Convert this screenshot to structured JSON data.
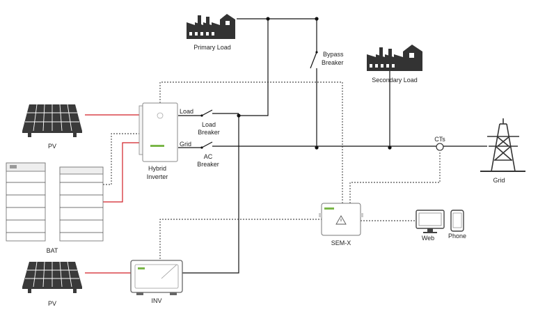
{
  "labels": {
    "primary_load": "Primary Load",
    "bypass_breaker": [
      "Bypass",
      "Breaker"
    ],
    "secondary_load": "Secondary Load",
    "pv_top": "PV",
    "pv_bottom": "PV",
    "bat": "BAT",
    "hybrid_inverter": [
      "Hybrid",
      "Inverter"
    ],
    "load_port": "Load",
    "grid_port": "Grid",
    "load_breaker": [
      "Load",
      "Breaker"
    ],
    "ac_breaker": [
      "AC",
      "Breaker"
    ],
    "cts": "CTs",
    "grid": "Grid",
    "sem_x": "SEM-X",
    "web": "Web",
    "phone": "Phone",
    "inv": "INV"
  },
  "colors": {
    "power_line": "#111111",
    "dc_line": "#d21f26",
    "comm_line": "#222222",
    "icon": "#333333"
  }
}
